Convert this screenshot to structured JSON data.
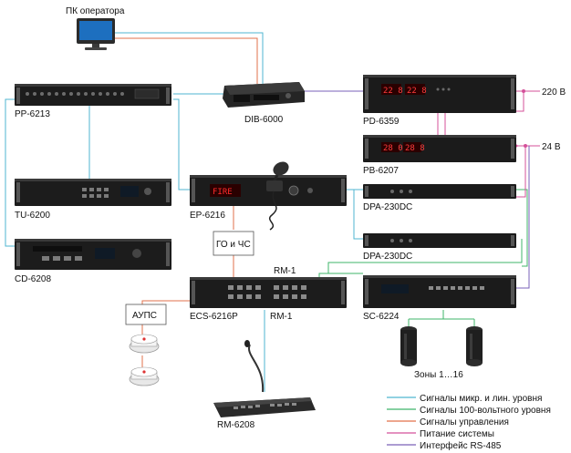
{
  "colors": {
    "signal_mic_line": "#4fb6d0",
    "signal_100v": "#3fb46a",
    "control": "#e2714b",
    "power": "#d4509a",
    "rs485": "#7a62b8"
  },
  "labels": {
    "pc": "ПК оператора",
    "pp6213": "PP-6213",
    "dib6000": "DIB-6000",
    "pd6359": "PD-6359",
    "v220": "220 В",
    "pb6207": "PB-6207",
    "v24": "24 В",
    "tu6200": "TU-6200",
    "ep6216": "EP-6216",
    "dpa1": "DPA-230DC",
    "dpa2": "DPA-230DC",
    "cd6208": "CD-6208",
    "go_chs": "ГО и ЧС",
    "rm1_top": "RM-1",
    "rm1_bottom": "RM-1",
    "aups": "АУПС",
    "ecs6216p": "ECS-6216P",
    "sc6224": "SC-6224",
    "zones": "Зоны 1…16",
    "rm6208": "RM-6208",
    "fire_display": "FIRE",
    "pd_display_1": "22 8",
    "pd_display_2": "22 8",
    "pb_display_1": "28 0",
    "pb_display_2": "28 8"
  },
  "legend": [
    {
      "label": "Сигналы микр. и лин. уровня",
      "color": "#4fb6d0"
    },
    {
      "label": "Сигналы 100-вольтного уровня",
      "color": "#3fb46a"
    },
    {
      "label": "Сигналы управления",
      "color": "#e2714b"
    },
    {
      "label": "Питание системы",
      "color": "#d4509a"
    },
    {
      "label": "Интерфейс RS-485",
      "color": "#7a62b8"
    }
  ]
}
